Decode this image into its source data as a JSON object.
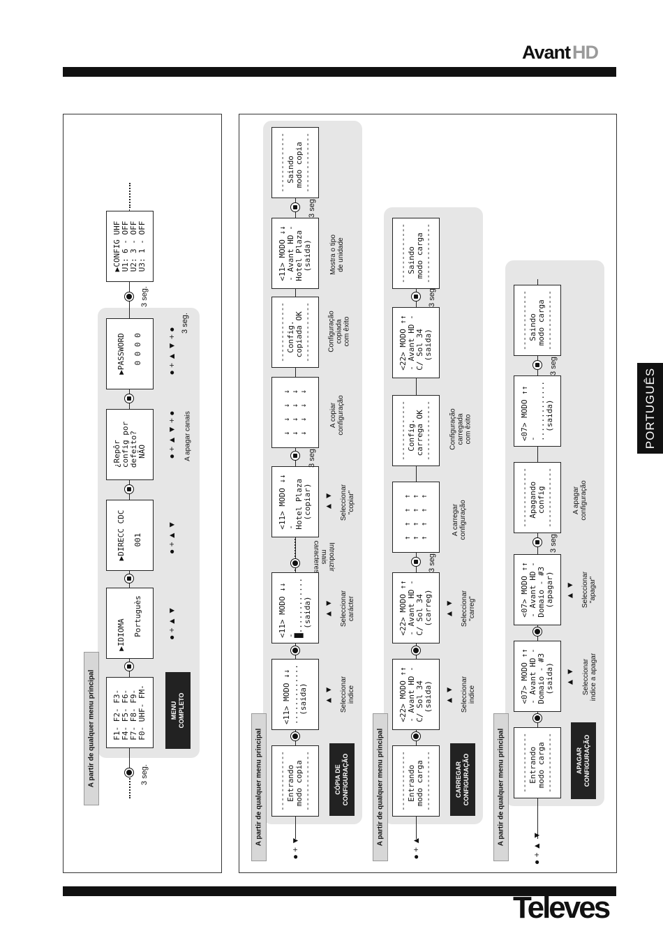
{
  "header": {
    "brand_main": "Avant",
    "brand_hd": "HD"
  },
  "footer": {
    "brand": "Televes"
  },
  "language_tab": "PORTUGUÊS",
  "common": {
    "from_any_menu": "A partir de qualquer menu principal",
    "three_sec": "3 seg."
  },
  "menu_completo": {
    "tag": "MENU\nCOMPLETO",
    "screens": [
      "F1- F2- F3-\nF4- F5- F6-\nF7- F8- F9-\nF0- UHF- FM-",
      "▶IDIOMA\n\n   Portuguès",
      "▶DIRECC CDC\n\n   001",
      "¿Repôr\nconfig por\ndefeito?\n  NÃO",
      "▶PASSWORD\n\n  0 0 0 0",
      "▶CONFIG UHF\nU1: 6 - OFF\nU2: 3 - OFF\nU3: 1 - OFF"
    ],
    "labels": {
      "apagar_canais": "A apagar canais",
      "three_sec": "3 seg."
    }
  },
  "copia": {
    "tag": "CÓPIA DE\nCONFIGURAÇÃO",
    "screens": [
      "-------------\n  Entrando\n modo copia\n-------------",
      "<11> MODO ↓↓\n.............\n  (saida)",
      "<11> MODO ↓↓\n-\n█............\n  (saida)",
      "<11> MODO ↓↓\n-\nHotel Plaza\n  (copiar)",
      "↓  ↓  ↓  ↓\n↓  ↓  ↓  ↓\n↓  ↓  ↓  ↓",
      "-------------\n  Config.\n copiada OK\n-------------",
      "<11> MODO ↓↓\n- Avant HD -\nHotel Plaza\n  (saida)",
      "-------------\n  Saindo\n modo copia\n-------------"
    ],
    "labels": [
      "Seleccionar\nindice",
      "Seleccionar\ncarácter",
      "Introduzir\nmais\ncaracteres",
      "Seleccionar\n\"copiar\"",
      "A copiar\nconfiguração",
      "Configuração\ncopiada\ncom êxito",
      "Mostra o tipo\nde unidade"
    ]
  },
  "carga": {
    "tag": "CARREGAR\nCONFIGURAÇÃO",
    "screens": [
      "-------------\n  Entrando\n modo carga\n-------------",
      "<22> MODO ↑↑\n- Avant HD -\nC/ Sol 34\n  (saida)",
      "<22> MODO ↑↑\n- Avant HD -\nC/ Sol 34\n  (carreg)",
      "↑  ↑  ↑  ↑\n↑  ↑  ↑  ↑\n↑  ↑  ↑  ↑",
      "-------------\n  Config.\n carrega OK\n-------------",
      "<22> MODO ↑↑\n- Avant HD -\nC/ Sol 34\n  (saida)",
      "-------------\n  Saindo\n modo carga\n-------------"
    ],
    "labels": [
      "Seleccionar\nindice",
      "Seleccionar\n\"carreg\"",
      "A carregar\nconfiguração",
      "Configuração\ncarregada\ncom êxito"
    ]
  },
  "apagar": {
    "tag": "APAGAR\nCONFIGURAÇÃO",
    "screens": [
      "-------------\n  Entrando\n modo carga\n-------------",
      "<07> MODO ↑↑\n- Avant HD -\nDomaio - #3\n  (saida)",
      "<07> MODO ↑↑\n- Avant HD -\nDomaio - #3\n  (apagar)",
      "-------------\n  Apagando\n   config\n-------------",
      "<07> MODO ↑↑\n-\n.............\n  (saida)",
      "-------------\n  Saindo\n modo carga\n-------------"
    ],
    "labels": [
      "Seleccionar\nindice a apagar",
      "Seleccionar\n\"apagar\"",
      "A apagar\nconfiguração"
    ]
  }
}
